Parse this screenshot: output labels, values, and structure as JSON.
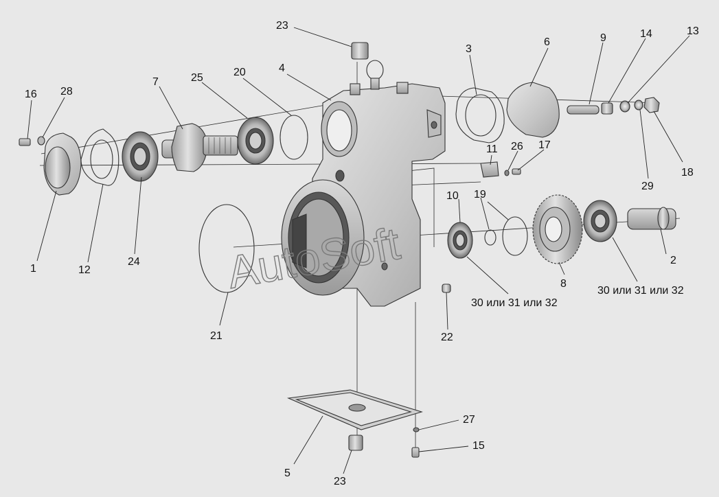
{
  "watermark": "AutoSoft",
  "labels": [
    {
      "id": "p1",
      "text": "1"
    },
    {
      "id": "p2",
      "text": "2"
    },
    {
      "id": "p3",
      "text": "3"
    },
    {
      "id": "p4",
      "text": "4"
    },
    {
      "id": "p5",
      "text": "5"
    },
    {
      "id": "p6",
      "text": "6"
    },
    {
      "id": "p7",
      "text": "7"
    },
    {
      "id": "p8",
      "text": "8"
    },
    {
      "id": "p9",
      "text": "9"
    },
    {
      "id": "p10",
      "text": "10"
    },
    {
      "id": "p11",
      "text": "11"
    },
    {
      "id": "p12",
      "text": "12"
    },
    {
      "id": "p13",
      "text": "13"
    },
    {
      "id": "p14",
      "text": "14"
    },
    {
      "id": "p15",
      "text": "15"
    },
    {
      "id": "p16",
      "text": "16"
    },
    {
      "id": "p17",
      "text": "17"
    },
    {
      "id": "p18",
      "text": "18"
    },
    {
      "id": "p19",
      "text": "19"
    },
    {
      "id": "p20",
      "text": "20"
    },
    {
      "id": "p21",
      "text": "21"
    },
    {
      "id": "p22",
      "text": "22"
    },
    {
      "id": "p23a",
      "text": "23"
    },
    {
      "id": "p23b",
      "text": "23"
    },
    {
      "id": "p24",
      "text": "24"
    },
    {
      "id": "p25",
      "text": "25"
    },
    {
      "id": "p26",
      "text": "26"
    },
    {
      "id": "p27",
      "text": "27"
    },
    {
      "id": "p28",
      "text": "28"
    },
    {
      "id": "p29",
      "text": "29"
    },
    {
      "id": "p30a",
      "text": "30 или 31 или 32"
    },
    {
      "id": "p30b",
      "text": "30 или 31 или 32"
    }
  ]
}
